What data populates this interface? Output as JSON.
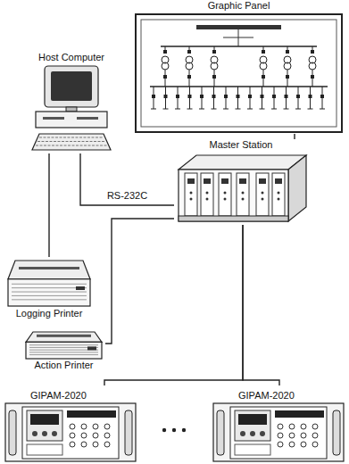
{
  "diagram": {
    "nodes": [
      {
        "text": [
          "Graphic Panel"
        ]
      },
      {
        "text": [
          "Host Computer"
        ]
      },
      {
        "text": [
          "Master Station"
        ]
      },
      {
        "text": [
          "Logging Printer"
        ]
      },
      {
        "text": [
          "Action Printer"
        ]
      },
      {
        "text": [
          "GIPAM-2020"
        ]
      },
      {
        "text": [
          "GIPAM-2020"
        ]
      }
    ],
    "edges": [
      {
        "from": 1,
        "to": 3,
        "arrow": "none"
      },
      {
        "from": 1,
        "to": 2,
        "label": "RS-232C",
        "arrow": "none"
      },
      {
        "from": 0,
        "to": 2,
        "arrow": "none"
      },
      {
        "from": 2,
        "to": 4,
        "arrow": "none"
      },
      {
        "from": 2,
        "to": 5,
        "arrow": "none"
      },
      {
        "from": 2,
        "to": 6,
        "arrow": "none"
      }
    ]
  }
}
